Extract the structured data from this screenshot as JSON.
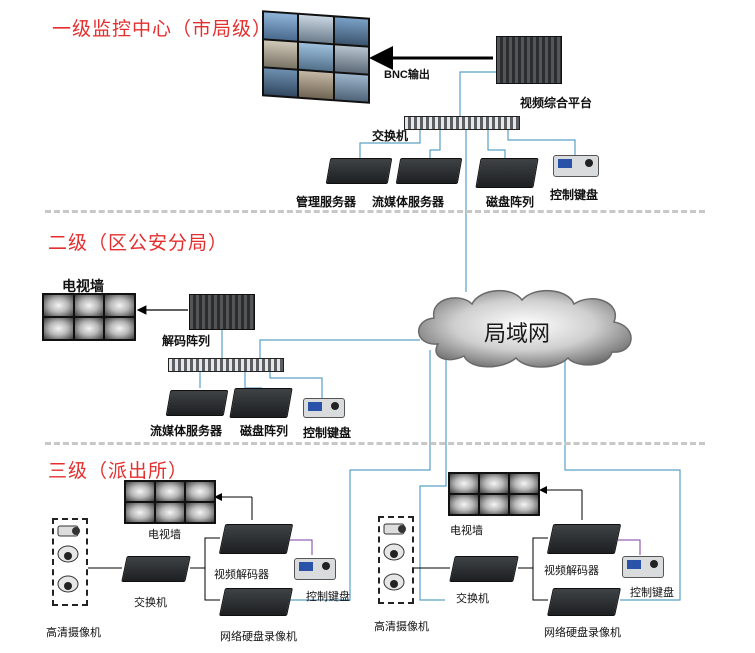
{
  "tiers": {
    "level1": "一级监控中心（市局级）",
    "level2": "二级（区公安分局）",
    "level3": "三级（派出所）"
  },
  "level1": {
    "bnc_output": "BNC输出",
    "video_platform": "视频综合平台",
    "switch": "交换机",
    "mgmt_server": "管理服务器",
    "stream_server": "流媒体服务器",
    "disk_array": "磁盘阵列",
    "control_keyboard": "控制键盘"
  },
  "network": {
    "lan": "局域网"
  },
  "level2": {
    "tv_wall": "电视墙",
    "decode_matrix": "解码阵列",
    "stream_server": "流媒体服务器",
    "disk_array": "磁盘阵列",
    "control_keyboard": "控制键盘"
  },
  "level3_left": {
    "tv_wall": "电视墙",
    "video_decoder": "视频解码器",
    "control_keyboard": "控制键盘",
    "switch": "交换机",
    "hd_camera": "高清摄像机",
    "nvr": "网络硬盘录像机"
  },
  "level3_right": {
    "tv_wall": "电视墙",
    "video_decoder": "视频解码器",
    "control_keyboard": "控制键盘",
    "switch": "交换机",
    "hd_camera": "高清摄像机",
    "nvr": "网络硬盘录像机"
  }
}
